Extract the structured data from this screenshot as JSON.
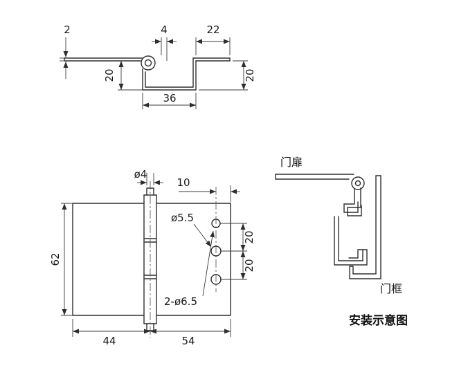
{
  "drawing": {
    "line_color": "#2e2e2e",
    "background": "#ffffff"
  },
  "section_view": {
    "plate_thickness": "2",
    "knuckle_gap": "4",
    "flange_length": "22",
    "depth_left": "20",
    "depth_right": "20",
    "channel_width": "36"
  },
  "front_view": {
    "pin_diameter": "ø4",
    "edge_distance": "10",
    "hole_diameter": "ø5.5",
    "height": "62",
    "pitch_upper": "20",
    "pitch_lower": "20",
    "holes_note": "2-ø6.5",
    "width_left": "44",
    "width_right": "54"
  },
  "installation_view": {
    "door_leaf_label": "门扉",
    "door_frame_label": "门框",
    "caption": "安装示意图"
  }
}
